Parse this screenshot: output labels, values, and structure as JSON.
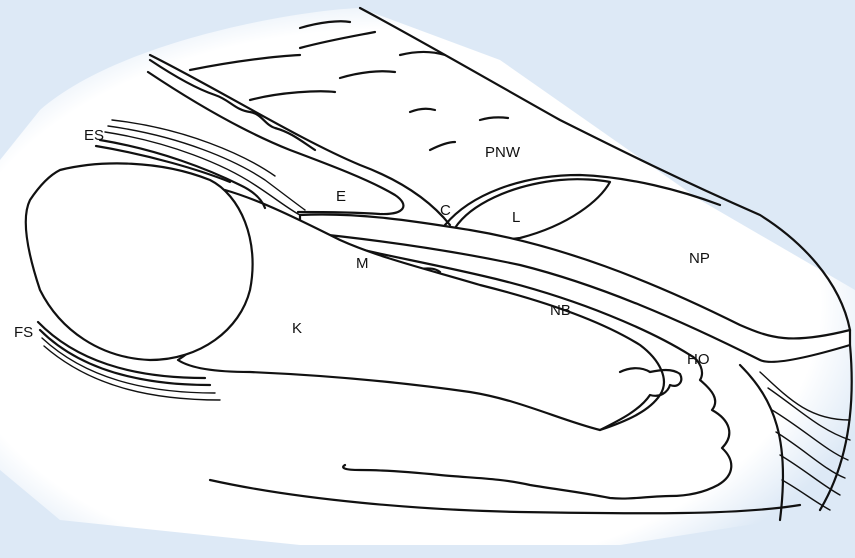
{
  "colors": {
    "background": "#dde9f6",
    "tissue": "#ffffff",
    "outline": "#111111"
  },
  "labels": {
    "es": "ES",
    "fs": "FS",
    "e": "E",
    "c": "C",
    "l": "L",
    "pnw": "PNW",
    "m": "M",
    "np": "NP",
    "nb": "NB",
    "k": "K",
    "ho": "HO"
  }
}
